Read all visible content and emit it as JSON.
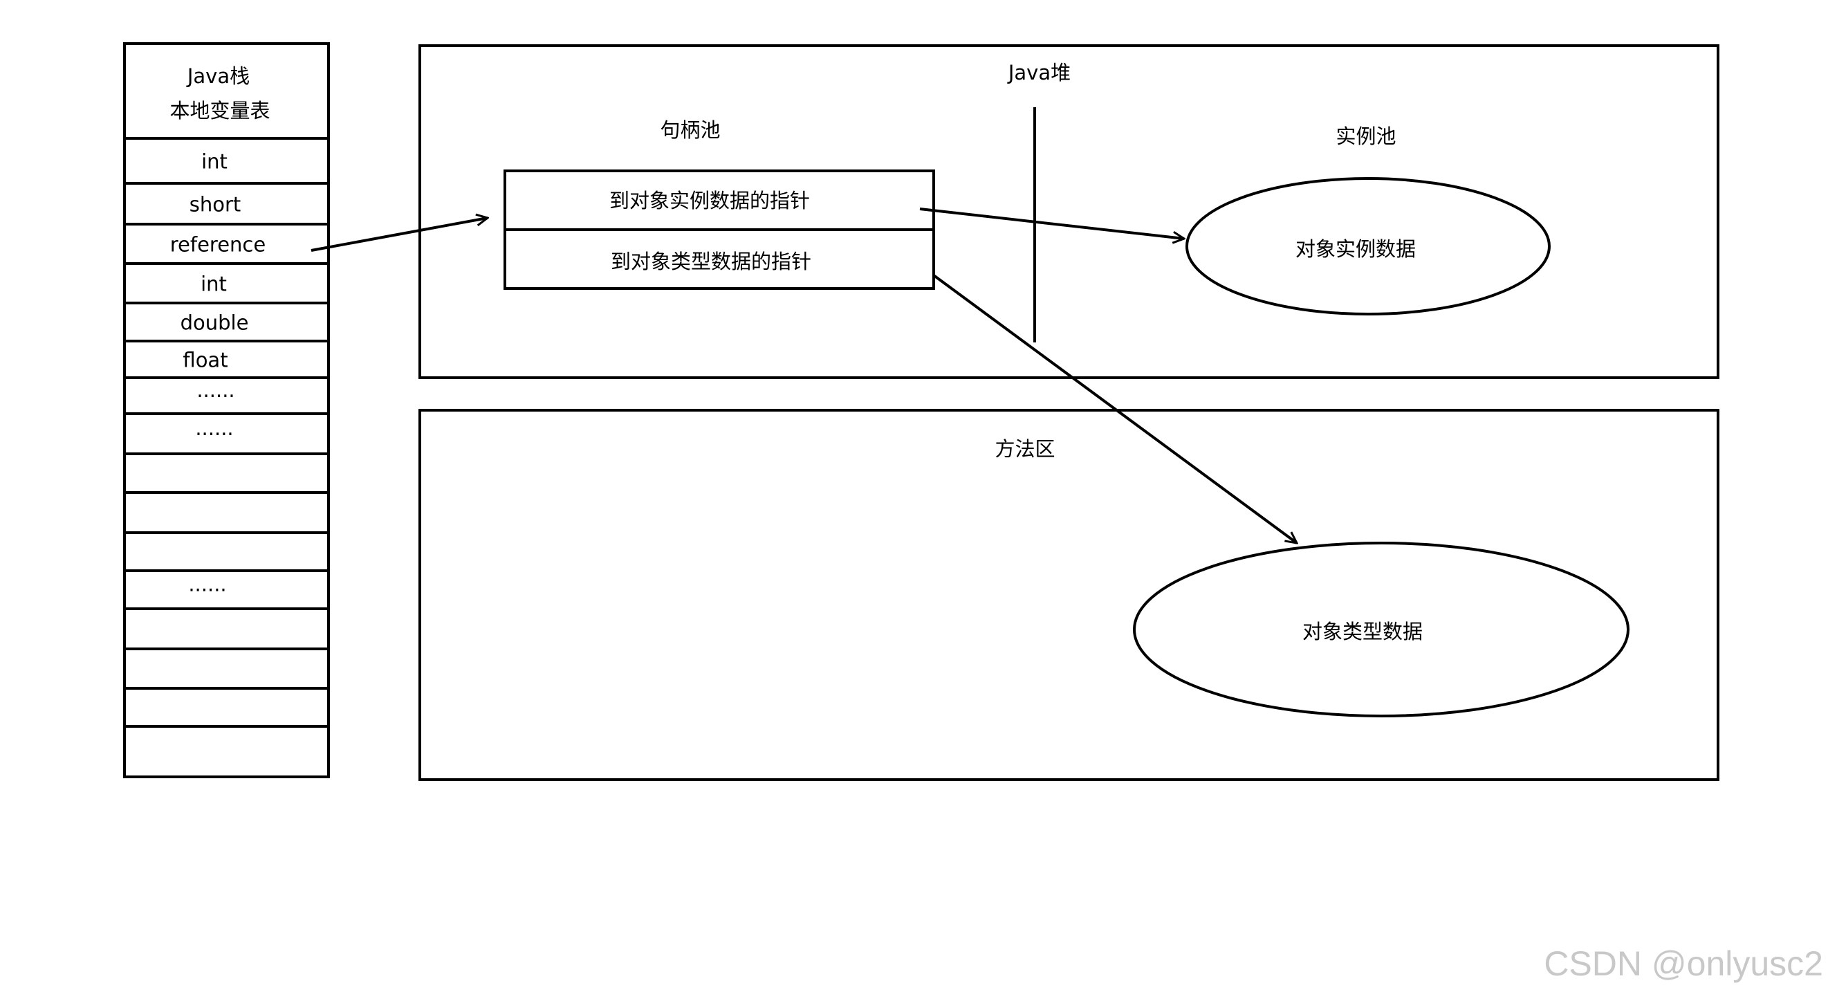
{
  "stack": {
    "title": "Java栈",
    "subtitle": "本地变量表",
    "slots": [
      "int",
      "short",
      "reference",
      "int",
      "double",
      "float",
      "......",
      "......",
      "",
      "",
      "",
      "......",
      "",
      "",
      "",
      ""
    ]
  },
  "heap": {
    "title": "Java堆",
    "handle_pool": {
      "title": "句柄池",
      "rows": [
        "到对象实例数据的指针",
        "到对象类型数据的指针"
      ]
    },
    "instance_pool": {
      "title": "实例池",
      "object": "对象实例数据"
    }
  },
  "method_area": {
    "title": "方法区",
    "object": "对象类型数据"
  },
  "watermark": "CSDN @onlyusc2"
}
